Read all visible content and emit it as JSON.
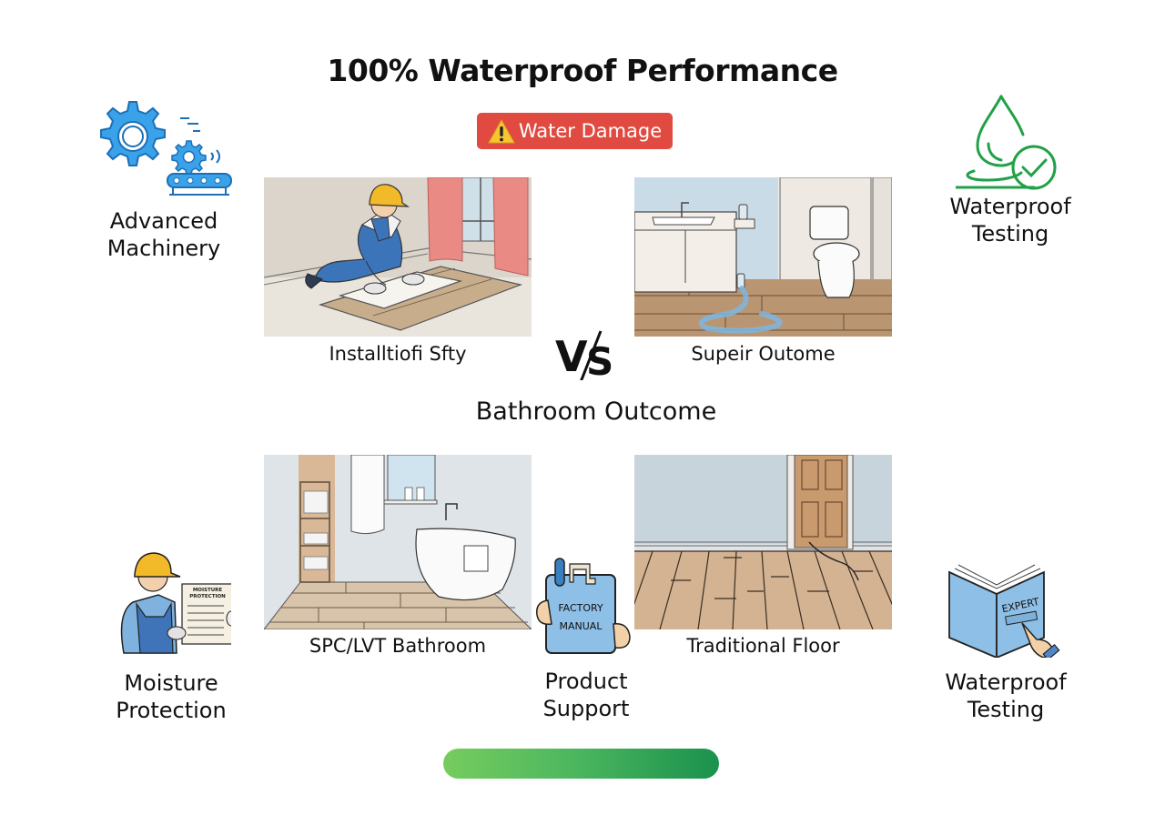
{
  "header": {
    "title": "100% Waterproof Performance",
    "badge": {
      "icon": "warning-icon",
      "label": "Water Damage",
      "color": "#e04a40"
    }
  },
  "features": {
    "top_left": {
      "icon": "gears-conveyor-icon",
      "label_line1": "Advanced",
      "label_line2": "Machinery",
      "color": "#2f8fdc"
    },
    "top_right": {
      "icon": "water-drop-check-icon",
      "label_line1": "Waterproof",
      "label_line2": "Testing",
      "color": "#21a147"
    },
    "bottom_left": {
      "icon": "worker-document-icon",
      "doc_text": "MOISTURE PROTECTION",
      "label_line1": "Moisture",
      "label_line2": "Protection"
    },
    "bottom_center": {
      "icon": "factory-manual-icon",
      "doc_line1": "FACTORY",
      "doc_line2": "MANUAL",
      "label_line1": "Product",
      "label_line2": "Support"
    },
    "bottom_right": {
      "icon": "expert-book-icon",
      "doc_text": "EXPERT",
      "label_line1": "Waterproof",
      "label_line2": "Testing"
    }
  },
  "comparison": {
    "vs_label": "VS",
    "top_left": {
      "image": "worker-installing-floor-illustration",
      "caption": "Installtiofi Sfty"
    },
    "top_right": {
      "image": "bathroom-leak-illustration",
      "caption": "Supeir Outome"
    },
    "section_title": "Bathroom Outcome",
    "bottom_left": {
      "image": "spc-bathroom-illustration",
      "caption": "SPC/LVT Bathroom"
    },
    "bottom_right": {
      "image": "traditional-floor-damage-illustration",
      "caption": "Traditional Floor"
    }
  },
  "progress_bar": {
    "gradient_start": "#76cc5e",
    "gradient_end": "#1a914d"
  }
}
